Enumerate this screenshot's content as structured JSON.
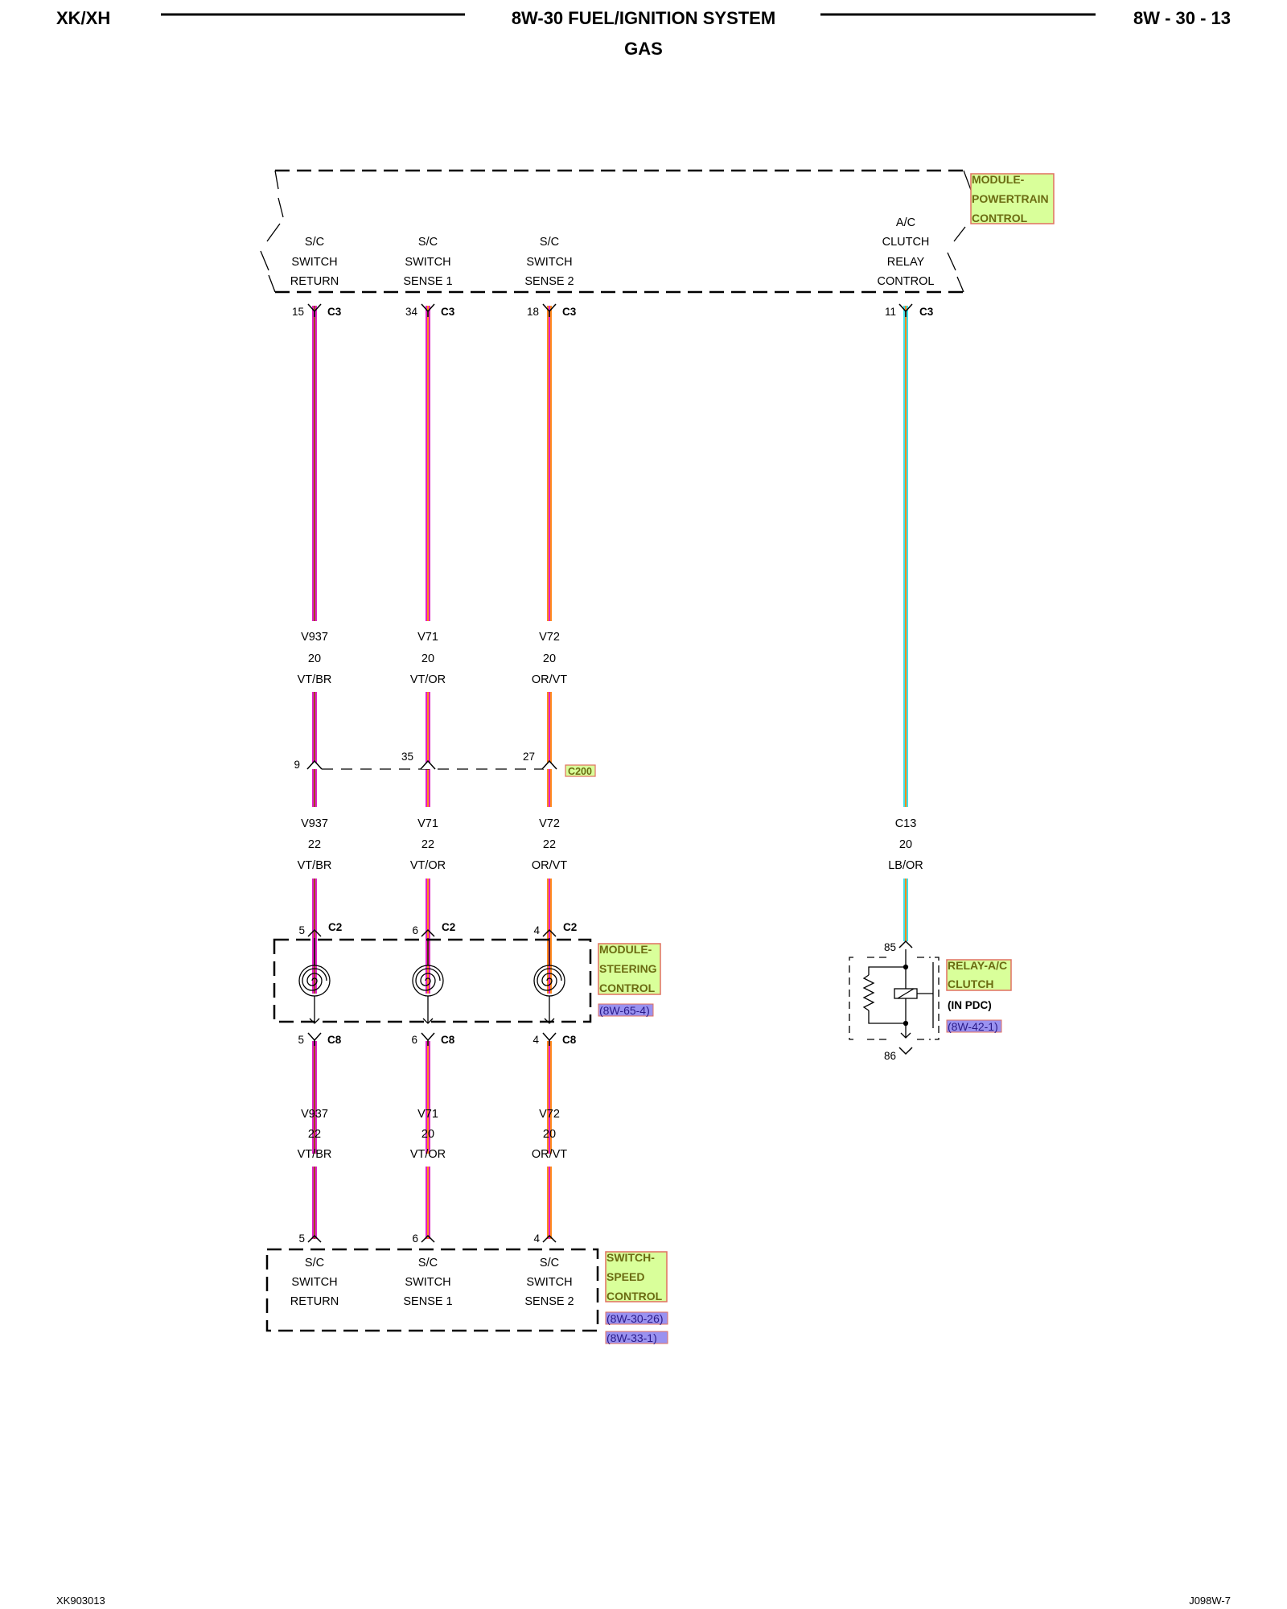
{
  "header": {
    "left": "XK/XH",
    "title": "8W-30 FUEL/IGNITION SYSTEM",
    "subtitle": "GAS",
    "right": "8W - 30 - 13"
  },
  "footer": {
    "left": "XK903013",
    "right": "J098W-7"
  },
  "pcm": {
    "tag": [
      "MODULE-",
      "POWERTRAIN",
      "CONTROL"
    ],
    "pins": [
      {
        "lines": [
          "S/C",
          "SWITCH",
          "RETURN"
        ],
        "pin": "15",
        "conn": "C3"
      },
      {
        "lines": [
          "S/C",
          "SWITCH",
          "SENSE 1"
        ],
        "pin": "34",
        "conn": "C3"
      },
      {
        "lines": [
          "S/C",
          "SWITCH",
          "SENSE 2"
        ],
        "pin": "18",
        "conn": "C3"
      },
      {
        "lines": [
          "A/C",
          "CLUTCH",
          "RELAY",
          "CONTROL"
        ],
        "pin": "11",
        "conn": "C3"
      }
    ]
  },
  "wires": {
    "upper": [
      {
        "circuit": "V937",
        "gauge": "20",
        "color": "VT/BR"
      },
      {
        "circuit": "V71",
        "gauge": "20",
        "color": "VT/OR"
      },
      {
        "circuit": "V72",
        "gauge": "20",
        "color": "OR/VT"
      }
    ],
    "middle": [
      {
        "circuit": "V937",
        "gauge": "22",
        "color": "VT/BR"
      },
      {
        "circuit": "V71",
        "gauge": "22",
        "color": "VT/OR"
      },
      {
        "circuit": "V72",
        "gauge": "22",
        "color": "OR/VT"
      },
      {
        "circuit": "C13",
        "gauge": "20",
        "color": "LB/OR"
      }
    ],
    "lower": [
      {
        "circuit": "V937",
        "gauge": "22",
        "color": "VT/BR"
      },
      {
        "circuit": "V71",
        "gauge": "20",
        "color": "VT/OR"
      },
      {
        "circuit": "V72",
        "gauge": "20",
        "color": "OR/VT"
      }
    ]
  },
  "c200": {
    "tag": "C200",
    "pins": [
      "9",
      "35",
      "27"
    ]
  },
  "steering_module": {
    "tag": [
      "MODULE-",
      "STEERING",
      "CONTROL"
    ],
    "ref": "(8W-65-4)",
    "top_pins": [
      {
        "pin": "5",
        "conn": "C2"
      },
      {
        "pin": "6",
        "conn": "C2"
      },
      {
        "pin": "4",
        "conn": "C2"
      }
    ],
    "bottom_pins": [
      {
        "pin": "5",
        "conn": "C8"
      },
      {
        "pin": "6",
        "conn": "C8"
      },
      {
        "pin": "4",
        "conn": "C8"
      }
    ]
  },
  "relay": {
    "tag": [
      "RELAY-A/C",
      "CLUTCH"
    ],
    "note": "(IN PDC)",
    "ref": "(8W-42-1)",
    "pin_top": "85",
    "pin_bottom": "86"
  },
  "speed_switch": {
    "tag": [
      "SWITCH-",
      "SPEED",
      "CONTROL"
    ],
    "refs": [
      "(8W-30-26)",
      "(8W-33-1)"
    ],
    "pins": [
      {
        "pin": "5",
        "lines": [
          "S/C",
          "SWITCH",
          "RETURN"
        ]
      },
      {
        "pin": "6",
        "lines": [
          "S/C",
          "SWITCH",
          "SENSE 1"
        ]
      },
      {
        "pin": "4",
        "lines": [
          "S/C",
          "SWITCH",
          "SENSE 2"
        ]
      }
    ]
  },
  "colors": {
    "violet": "#e020c8",
    "brown": "#a04a20",
    "orange": "#ff8a1e",
    "light_blue": "#3ee0e8",
    "tag_fill": "#d9ff9a",
    "tag_border": "#e07060",
    "ref_fill": "#9a92f0"
  }
}
